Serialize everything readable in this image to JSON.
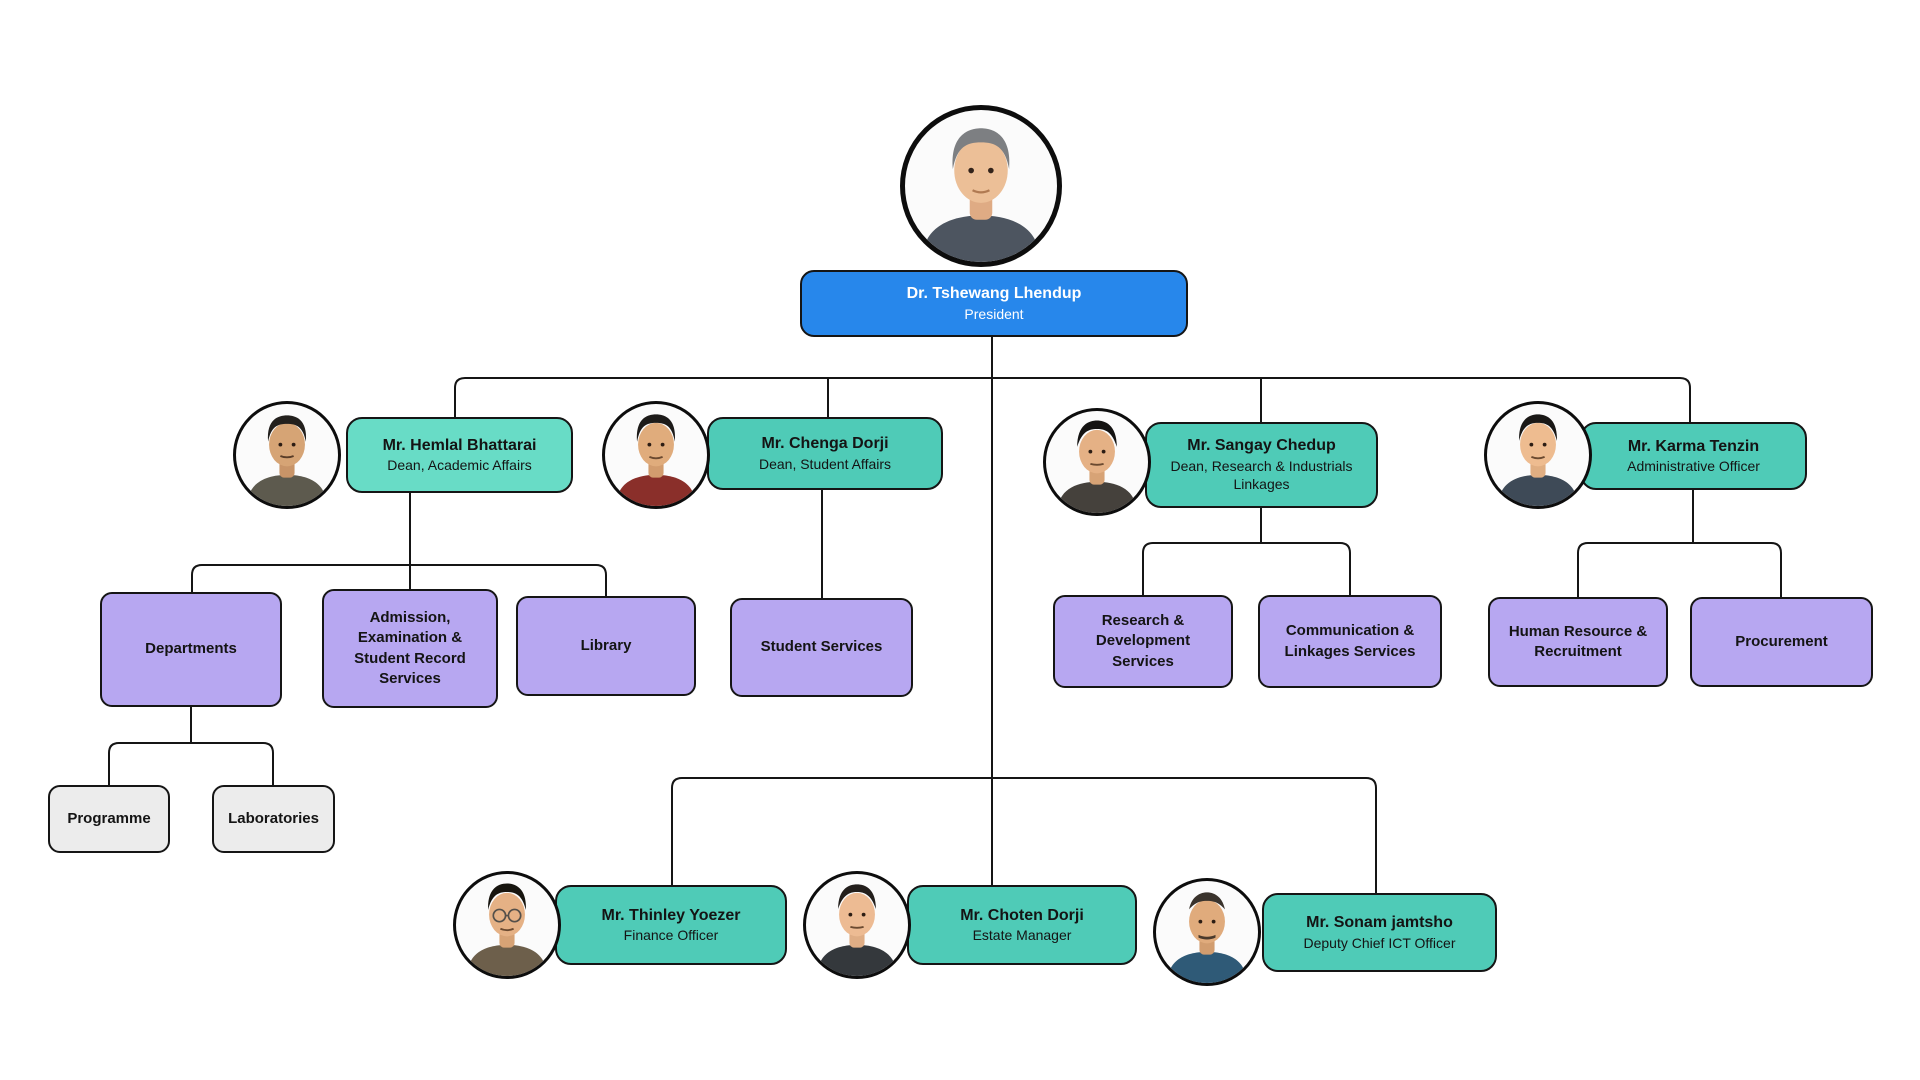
{
  "page": {
    "background": "#ffffff"
  },
  "colors": {
    "page_bg": "#ffffff",
    "president_blue": "#2787EB",
    "mint": "#68DCC6",
    "teal": "#4FCBB7",
    "purple": "#B7A7F1",
    "gray": "#ECECEC",
    "line": "#151515",
    "text_dark": "#141414",
    "text_light": "#ffffff"
  },
  "nodes": {
    "president": {
      "name": "Dr. Tshewang Lhendup",
      "title": "President"
    },
    "dean_academic": {
      "name": "Mr. Hemlal Bhattarai",
      "title": "Dean, Academic Affairs"
    },
    "dean_student": {
      "name": "Mr. Chenga Dorji",
      "title": "Dean, Student Affairs"
    },
    "dean_research": {
      "name": "Mr. Sangay Chedup",
      "title": "Dean, Research & Industrials Linkages"
    },
    "admin_officer": {
      "name": "Mr. Karma Tenzin",
      "title": "Administrative Officer"
    },
    "departments": {
      "label": "Departments"
    },
    "admission": {
      "label": "Admission, Examination & Student Record Services"
    },
    "library": {
      "label": "Library"
    },
    "student_services": {
      "label": "Student Services"
    },
    "research_dev": {
      "label": "Research & Development Services"
    },
    "communication": {
      "label": "Communication & Linkages Services"
    },
    "human_resource": {
      "label": "Human Resource & Recruitment"
    },
    "procurement": {
      "label": "Procurement"
    },
    "programme": {
      "label": "Programme"
    },
    "laboratories": {
      "label": "Laboratories"
    },
    "finance_officer": {
      "name": "Mr. Thinley Yoezer",
      "title": "Finance Officer"
    },
    "estate_manager": {
      "name": "Mr. Choten Dorji",
      "title": "Estate Manager"
    },
    "ict_officer": {
      "name": "Mr. Sonam jamtsho",
      "title": "Deputy Chief ICT Officer"
    }
  }
}
